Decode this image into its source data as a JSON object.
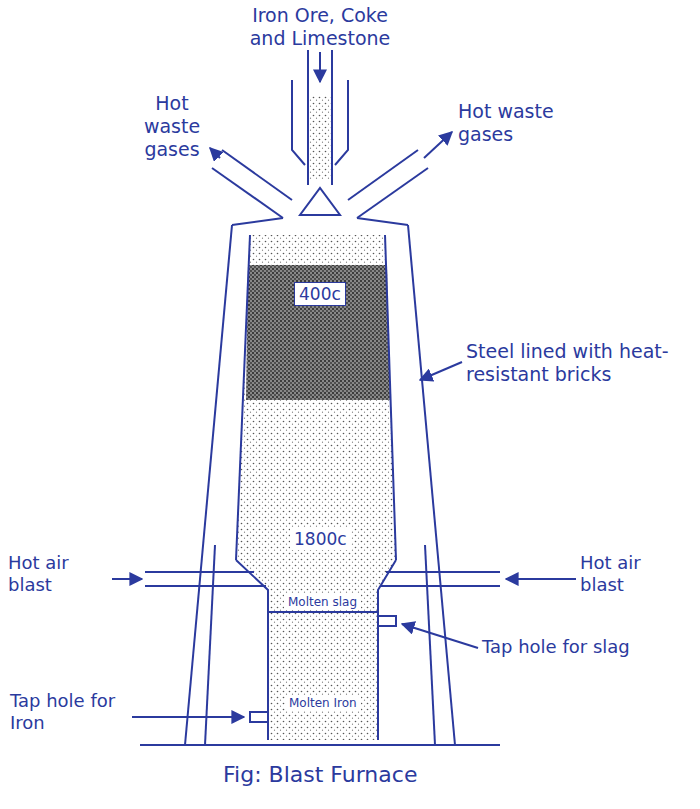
{
  "diagram": {
    "caption": "Fig: Blast Furnace",
    "labels": [
      "Iron Ore, Coke and Limestone",
      "Hot waste gases",
      "Hot waste gases",
      "400c",
      "Steel lined with heat-resistant bricks",
      "1800c",
      "Hot air blast",
      "Hot air blast",
      "Molten slag",
      "Tap hole for slag",
      "Molten Iron",
      "Tap hole for Iron"
    ]
  }
}
